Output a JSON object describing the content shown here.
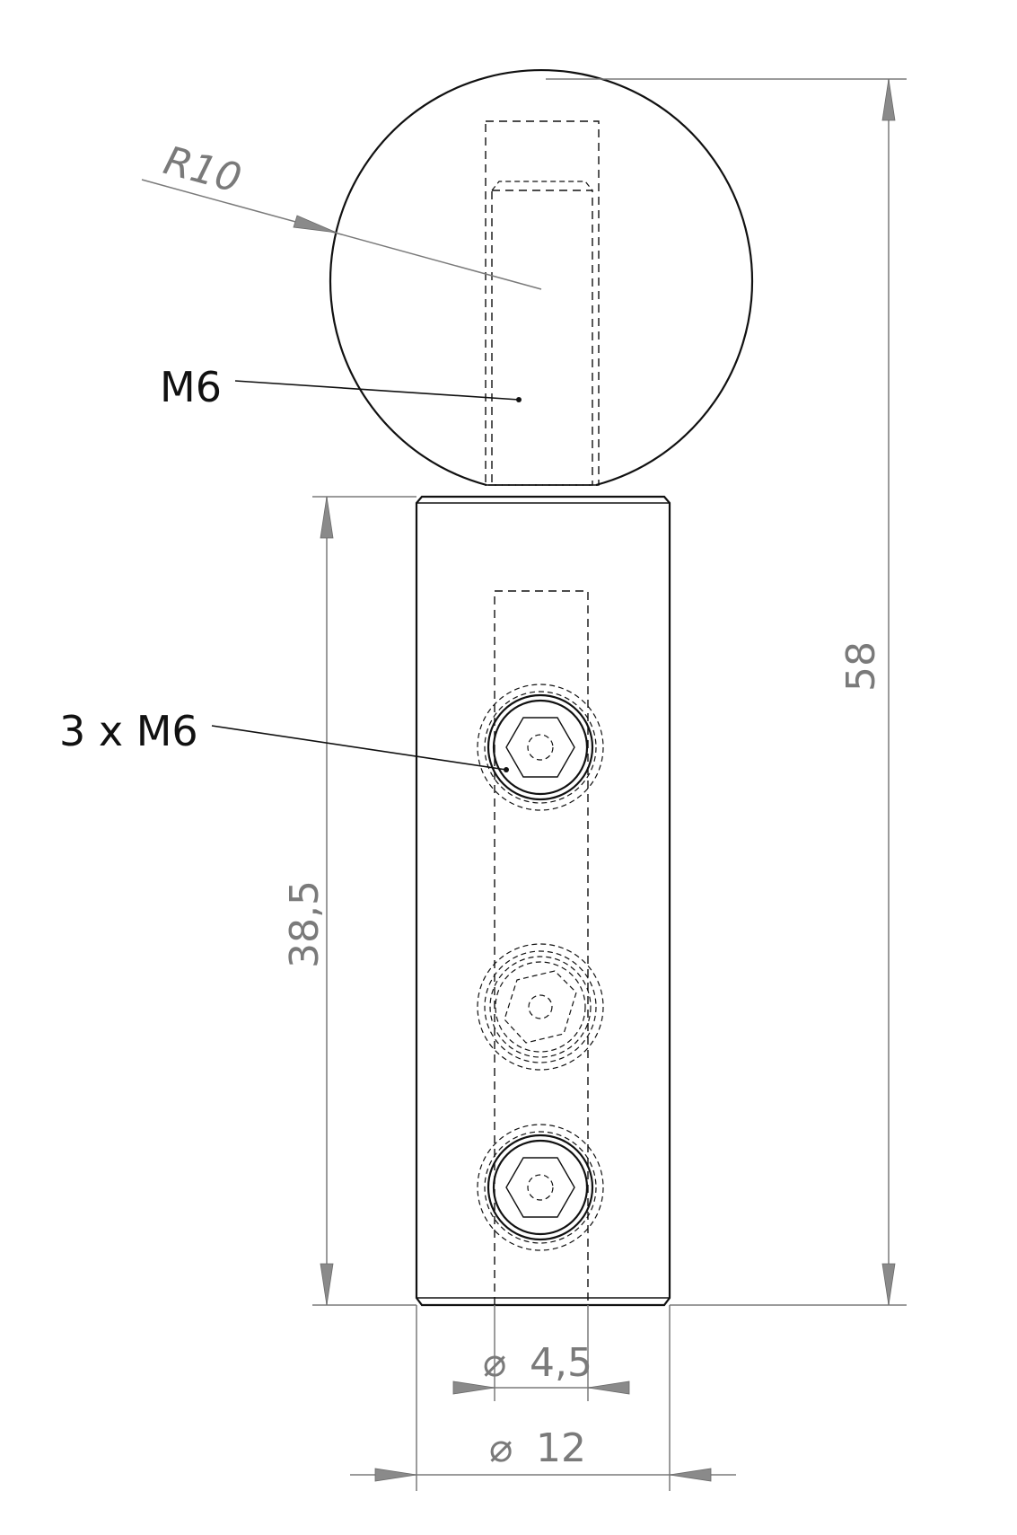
{
  "dimensions": {
    "radius": "R10",
    "overall_height": "58",
    "body_length": "38,5",
    "bore_diameter": "4,5",
    "body_diameter": "12",
    "diameter_symbol": "⌀"
  },
  "notes": {
    "ball_thread": "M6",
    "set_screws": "3 x M6"
  }
}
